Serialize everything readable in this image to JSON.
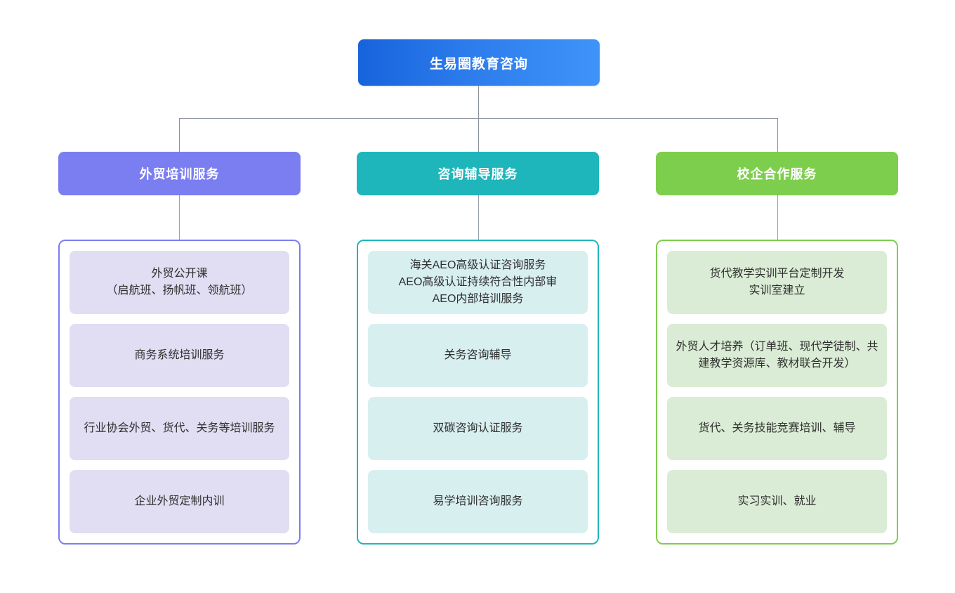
{
  "diagram": {
    "type": "organization-chart",
    "root": {
      "label": "生易圈教育咨询",
      "color": "#1763dc",
      "color_end": "#3f93f8"
    },
    "branches": [
      {
        "header": "外贸培训服务",
        "color": "#7b7ef0",
        "card_fill": "#e1ddf2",
        "items": [
          "外贸公开课\n（启航班、扬帆班、领航班）",
          "商务系统培训服务",
          "行业协会外贸、货代、关务等培训服务",
          "企业外贸定制内训"
        ]
      },
      {
        "header": "咨询辅导服务",
        "color": "#1fb6bb",
        "card_fill": "#d8eff0",
        "items": [
          "海关AEO高级认证咨询服务\nAEO高级认证持续符合性内部审\nAEO内部培训服务",
          "关务咨询辅导",
          "双碳咨询认证服务",
          "易学培训咨询服务"
        ]
      },
      {
        "header": "校企合作服务",
        "color": "#7ece4d",
        "card_fill": "#daecd5",
        "items": [
          "货代教学实训平台定制开发\n实训室建立",
          "外贸人才培养（订单班、现代学徒制、共建教学资源库、教材联合开发）",
          "货代、关务技能竞赛培训、辅导",
          "实习实训、就业"
        ]
      }
    ],
    "connector_color": "#8c929b"
  }
}
